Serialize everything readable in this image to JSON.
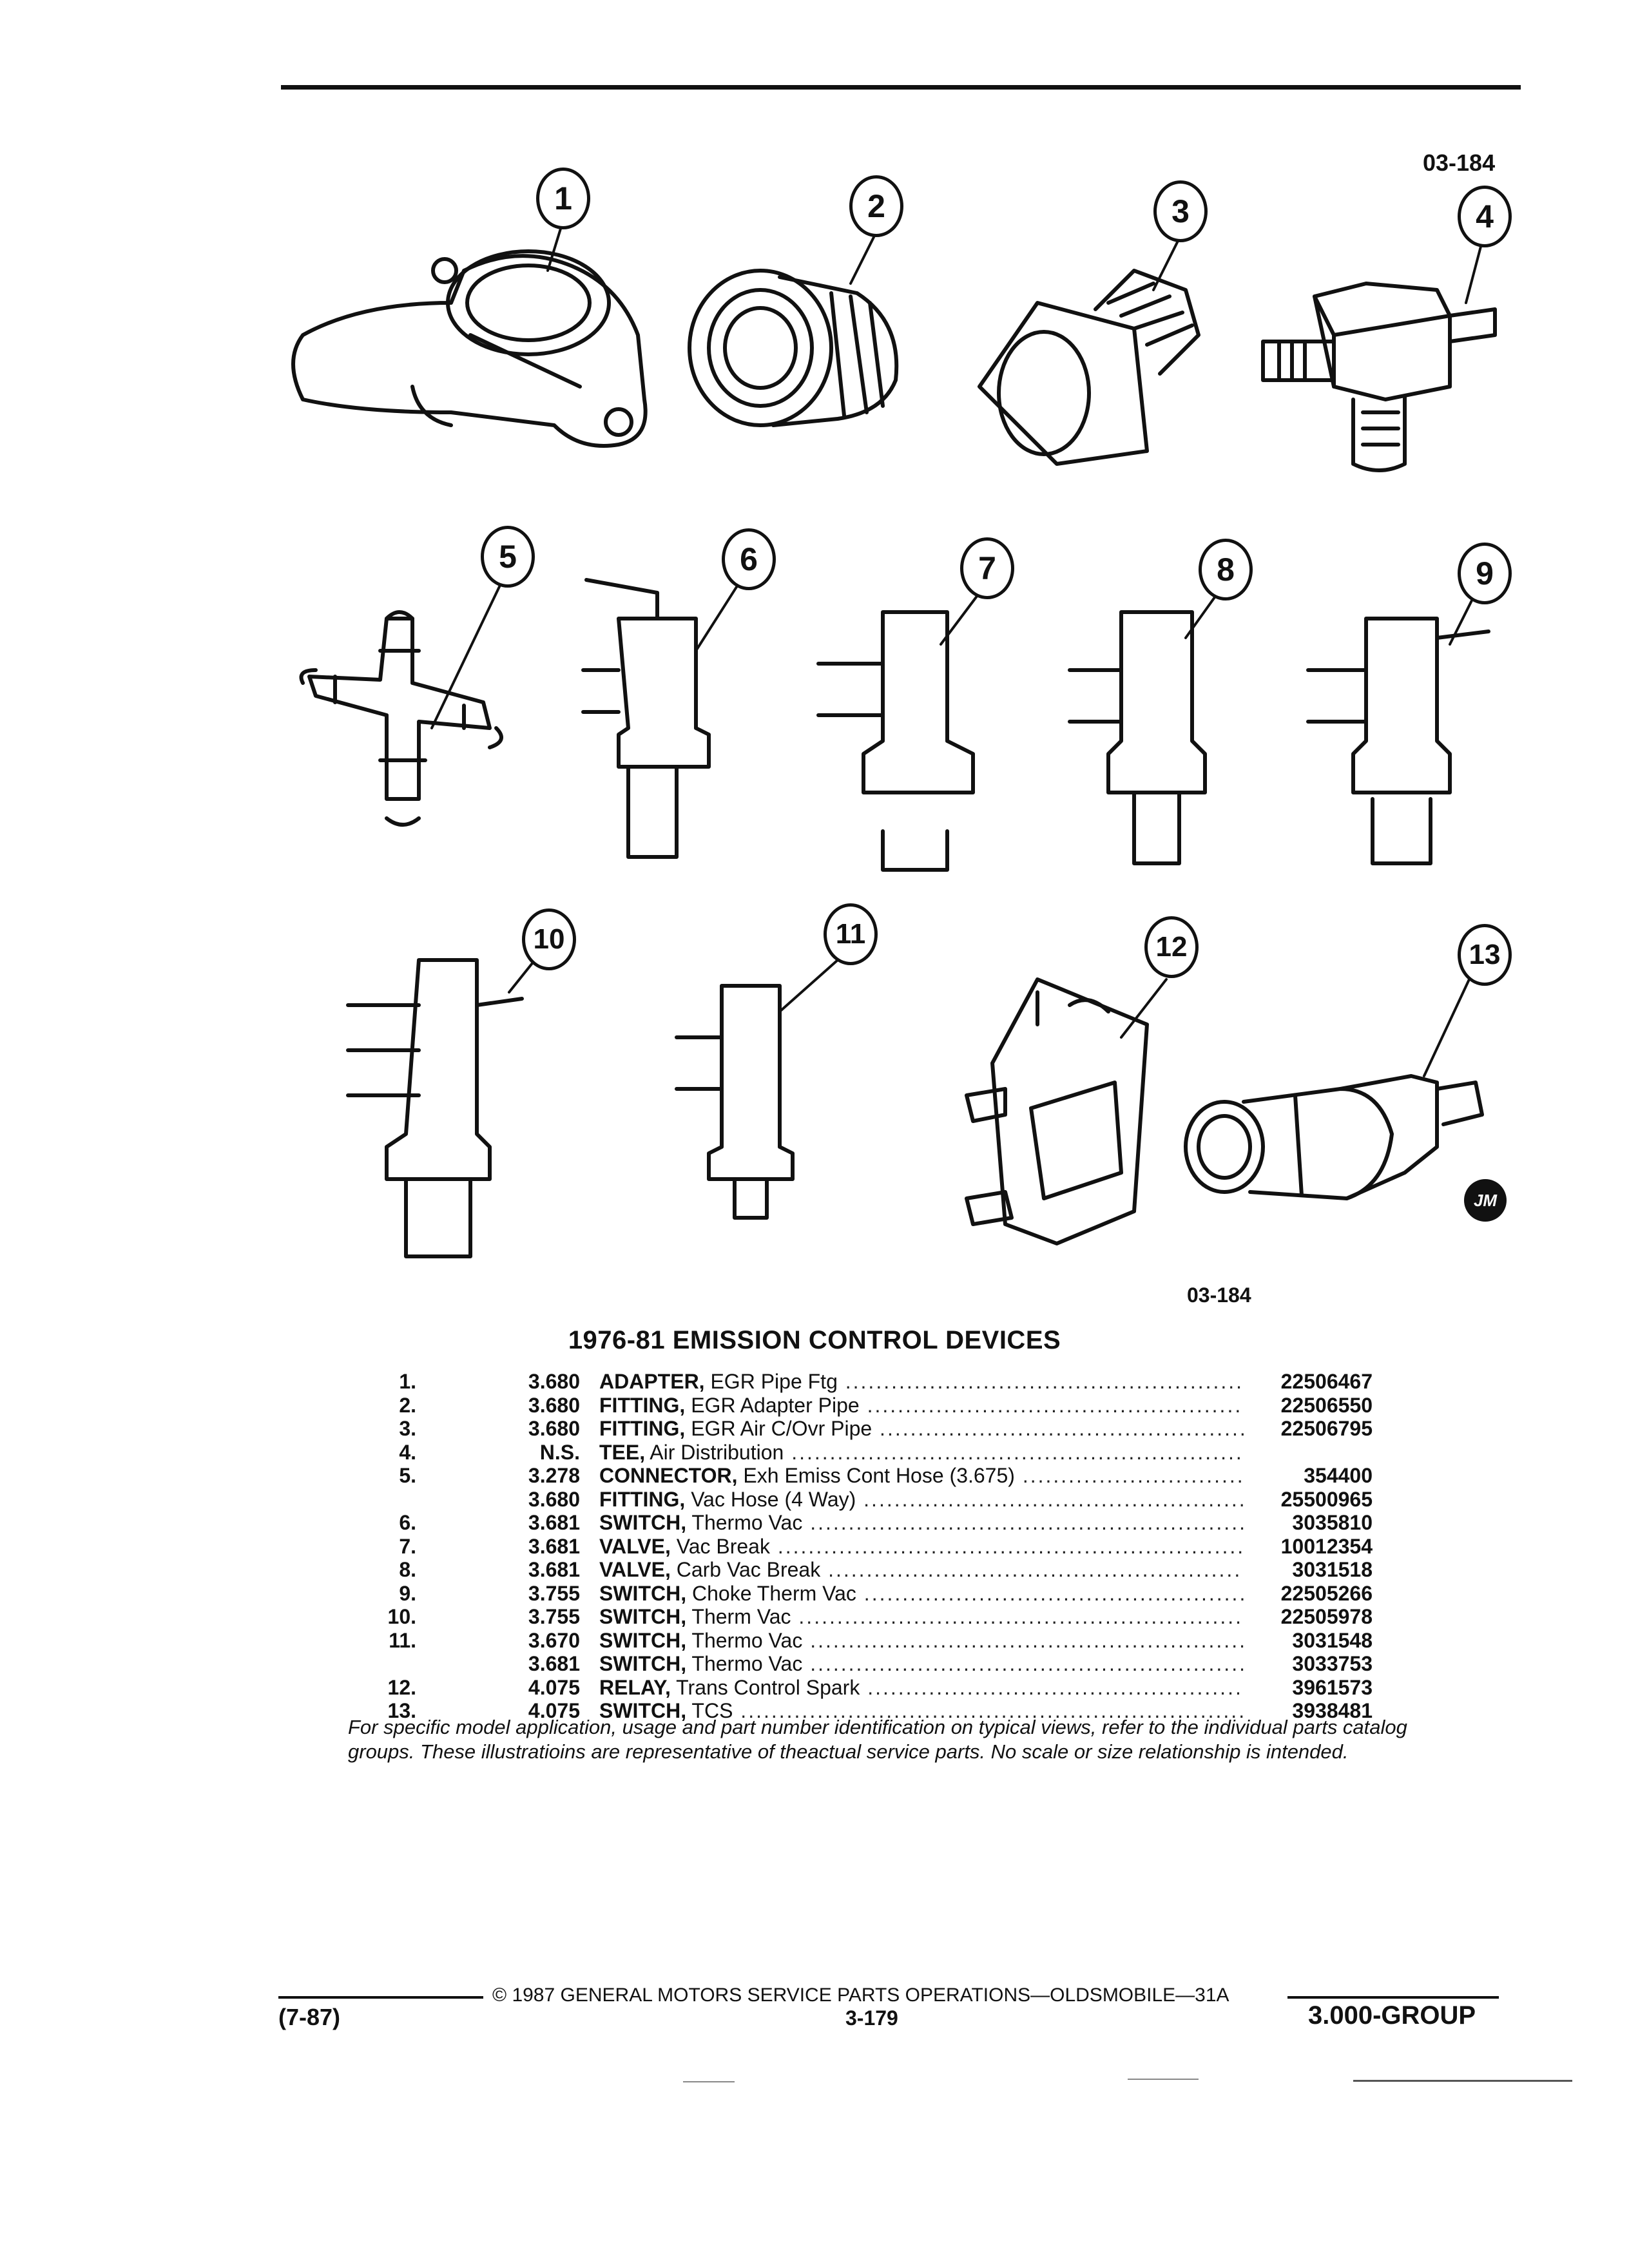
{
  "header": {
    "figure_code_top": "03-184",
    "figure_code_bottom": "03-184"
  },
  "callouts": [
    "1",
    "2",
    "3",
    "4",
    "5",
    "6",
    "7",
    "8",
    "9",
    "10",
    "11",
    "12",
    "13"
  ],
  "logo_text": "JM",
  "table": {
    "title": "1976-81 EMISSION CONTROL DEVICES",
    "rows": [
      {
        "num": "1.",
        "group": "3.680",
        "name": "ADAPTER,",
        "desc": "EGR Pipe Ftg",
        "part": "22506467"
      },
      {
        "num": "2.",
        "group": "3.680",
        "name": "FITTING,",
        "desc": "EGR Adapter Pipe",
        "part": "22506550"
      },
      {
        "num": "3.",
        "group": "3.680",
        "name": "FITTING,",
        "desc": "EGR Air C/Ovr Pipe",
        "part": "22506795"
      },
      {
        "num": "4.",
        "group": "N.S.",
        "name": "TEE,",
        "desc": "Air Distribution",
        "part": ""
      },
      {
        "num": "5.",
        "group": "3.278",
        "name": "CONNECTOR,",
        "desc": "Exh Emiss Cont Hose (3.675)",
        "part": "354400"
      },
      {
        "num": "",
        "group": "3.680",
        "name": "FITTING,",
        "desc": "Vac Hose (4 Way)",
        "part": "25500965"
      },
      {
        "num": "6.",
        "group": "3.681",
        "name": "SWITCH,",
        "desc": "Thermo Vac",
        "part": "3035810"
      },
      {
        "num": "7.",
        "group": "3.681",
        "name": "VALVE,",
        "desc": "Vac Break",
        "part": "10012354"
      },
      {
        "num": "8.",
        "group": "3.681",
        "name": "VALVE,",
        "desc": "Carb Vac Break",
        "part": "3031518"
      },
      {
        "num": "9.",
        "group": "3.755",
        "name": "SWITCH,",
        "desc": "Choke Therm Vac",
        "part": "22505266"
      },
      {
        "num": "10.",
        "group": "3.755",
        "name": "SWITCH,",
        "desc": "Therm Vac",
        "part": "22505978"
      },
      {
        "num": "11.",
        "group": "3.670",
        "name": "SWITCH,",
        "desc": "Thermo Vac",
        "part": "3031548"
      },
      {
        "num": "",
        "group": "3.681",
        "name": "SWITCH,",
        "desc": "Thermo Vac",
        "part": "3033753"
      },
      {
        "num": "12.",
        "group": "4.075",
        "name": "RELAY,",
        "desc": "Trans Control Spark",
        "part": "3961573"
      },
      {
        "num": "13.",
        "group": "4.075",
        "name": "SWITCH,",
        "desc": "TCS",
        "part": "3938481"
      }
    ]
  },
  "note": "For specific model application, usage and part number identification on typical views, refer to the individual parts catalog groups. These illustratioins are representative of theactual service parts. No scale or size relationship is intended.",
  "footer": {
    "date": "(7-87)",
    "copyright": "© 1987 GENERAL MOTORS SERVICE PARTS OPERATIONS—OLDSMOBILE—31A",
    "page": "3-179",
    "group": "3.000-GROUP"
  }
}
